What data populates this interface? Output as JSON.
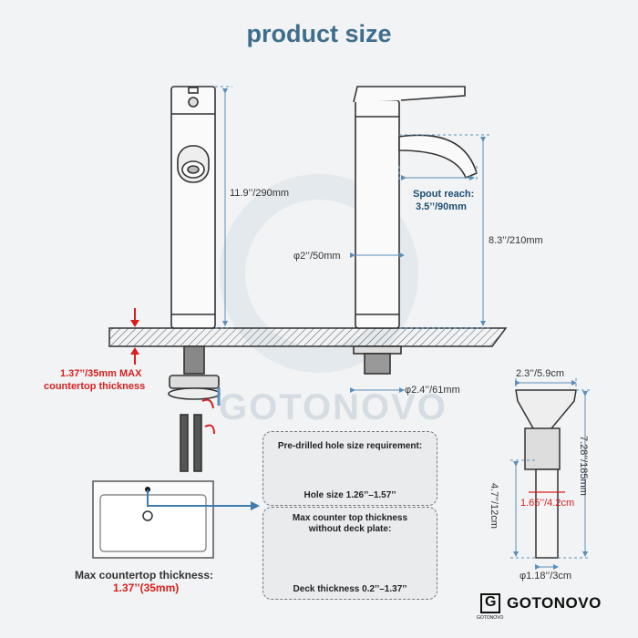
{
  "title": "product size",
  "watermark": "GOTONOVO",
  "dimensions": {
    "height_total": "11.9’’/290mm",
    "height_spout": "8.3’’/210mm",
    "body_diameter": "φ2’’/50mm",
    "base_diameter": "φ2.4’’/61mm",
    "spout_reach_label": "Spout reach:",
    "spout_reach_value": "3.5’’/90mm",
    "countertop_max_line1": "1.37’’/35mm MAX",
    "countertop_max_line2": "countertop thickness"
  },
  "drain": {
    "top_width": "2.3’’/5.9cm",
    "total_height": "7.28’’/185mm",
    "neck_width": "1.65’’/4.2cm",
    "neck_height": "4.7’’/12cm",
    "bottom_diameter": "φ1.18’’/3cm"
  },
  "sink": {
    "caption_line1": "Max countertop thickness:",
    "caption_line2": "1.37’’(35mm)"
  },
  "panel_hole": {
    "title": "Pre-drilled hole size requirement:",
    "label": "Hole size 1.26’’–1.57’’"
  },
  "panel_deck": {
    "title_line1": "Max counter top thickness",
    "title_line2": "without deck plate:",
    "label": "Deck thickness 0.2’’–1.37’’"
  },
  "brand": {
    "name": "GOTONOVO",
    "logo_letter": "G",
    "logo_small": "GOTONOVO"
  },
  "colors": {
    "accent_blue": "#3f6e8c",
    "dim_blue": "#5b8fb9",
    "red": "#d6201f",
    "background": "#f1f3f4"
  }
}
